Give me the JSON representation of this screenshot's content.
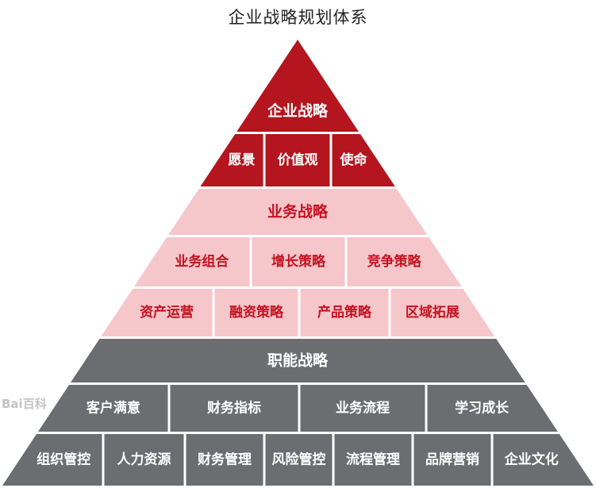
{
  "title": "企业战略规划体系",
  "colors": {
    "corporate": "#b5151e",
    "business": "#f5c6ca",
    "business_text": "#c4111f",
    "functional": "#6b6d70",
    "light_text": "#ffffff"
  },
  "corporate": {
    "heading": "企业战略",
    "items": [
      "愿景",
      "价值观",
      "使命"
    ]
  },
  "business": {
    "heading": "业务战略",
    "row1": [
      "业务组合",
      "增长策略",
      "竞争策略"
    ],
    "row2": [
      "资产运营",
      "融资策略",
      "产品策略",
      "区域拓展"
    ]
  },
  "functional": {
    "heading": "职能战略",
    "row1": [
      "客户满意",
      "财务指标",
      "业务流程",
      "学习成长"
    ],
    "row2": [
      "组织管控",
      "人力资源",
      "财务管理",
      "风险管控",
      "流程管理",
      "品牌营销",
      "企业文化"
    ]
  },
  "watermark": "Bai百科"
}
